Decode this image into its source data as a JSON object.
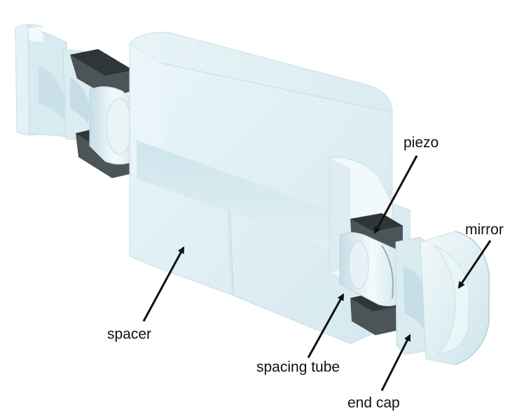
{
  "labels": {
    "piezo": "piezo",
    "mirror": "mirror",
    "spacer": "spacer",
    "spacing_tube": "spacing tube",
    "end_cap": "end cap"
  },
  "colors": {
    "glass_light": "#e6f3f7",
    "glass_mid": "#d3e8ef",
    "glass_dark": "#bcd7e1",
    "glass_edge": "#f5fbfd",
    "piezo_dark": "#3a4244",
    "piezo_mid": "#5a6366",
    "text": "#111111"
  }
}
